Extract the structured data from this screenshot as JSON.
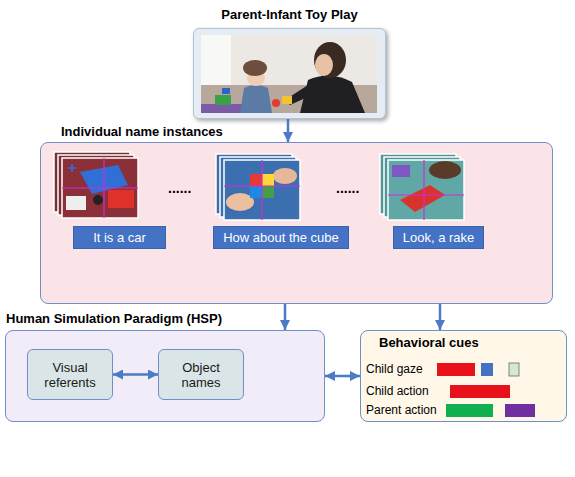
{
  "diagram": {
    "nodes": [
      {
        "text": [
          "Parent-Infant Toy Play"
        ]
      },
      {
        "text": [
          "Individual name instances"
        ]
      },
      {
        "text": [
          "It is a car"
        ],
        "in": 1
      },
      {
        "text": [
          "How about the cube"
        ],
        "in": 1
      },
      {
        "text": [
          "Look, a rake"
        ],
        "in": 1
      },
      {
        "text": [
          "Human Simulation Paradigm (HSP)"
        ]
      },
      {
        "text": [
          "Visual referents"
        ],
        "in": 5
      },
      {
        "text": [
          "Object names"
        ],
        "in": 5
      },
      {
        "text": [
          "Behavioral cues"
        ]
      }
    ],
    "edges": [
      {
        "from": 0,
        "to": 1,
        "arrow": "to"
      },
      {
        "from": 1,
        "to": 5,
        "arrow": "to"
      },
      {
        "from": 1,
        "to": 8,
        "arrow": "to"
      },
      {
        "from": 6,
        "to": 7,
        "arrow": "both"
      },
      {
        "from": 5,
        "to": 8,
        "arrow": "both"
      }
    ],
    "labels": [
      "......",
      "......",
      "Child gaze",
      "Child action",
      "Parent action"
    ]
  }
}
